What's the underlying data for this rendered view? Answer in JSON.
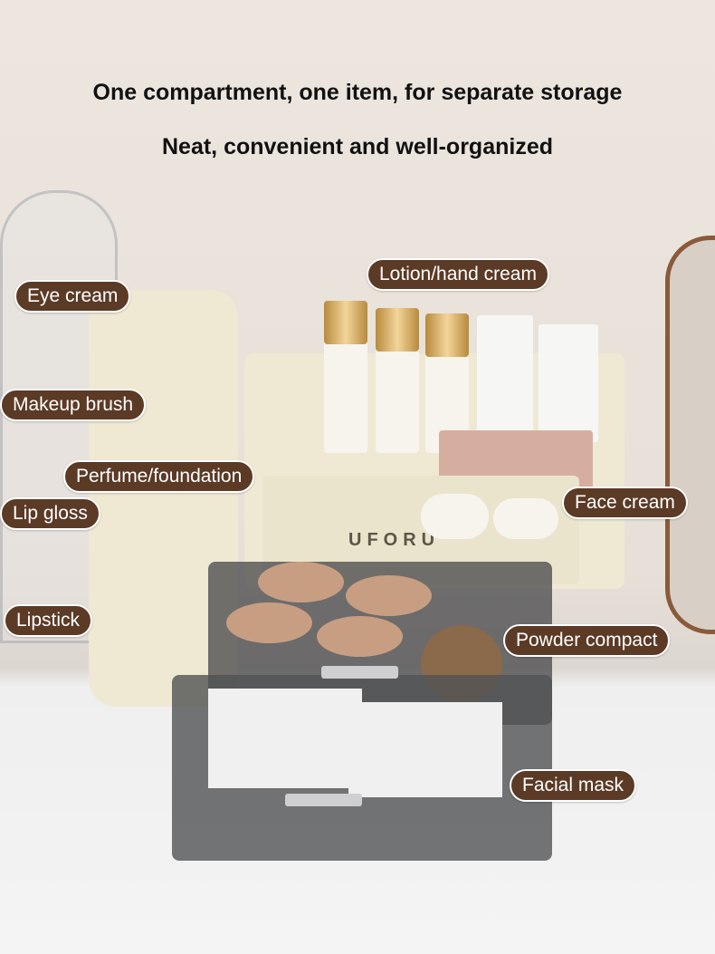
{
  "headline": {
    "line1": "One compartment, one item, for separate storage",
    "line2": "Neat, convenient and well-organized"
  },
  "brand_logo": "UFORU",
  "labels": {
    "eye_cream": "Eye cream",
    "makeup_brush": "Makeup brush",
    "perfume_foundation": "Perfume/foundation",
    "lip_gloss": "Lip gloss",
    "lipstick": "Lipstick",
    "lotion": "Lotion/hand cream",
    "face_cream": "Face cream",
    "powder_compact": "Powder compact",
    "facial_mask": "Facial mask"
  },
  "colors": {
    "label_bg": "#5b3a26",
    "label_text": "#ffffff",
    "organizer": "#efe9d4"
  }
}
